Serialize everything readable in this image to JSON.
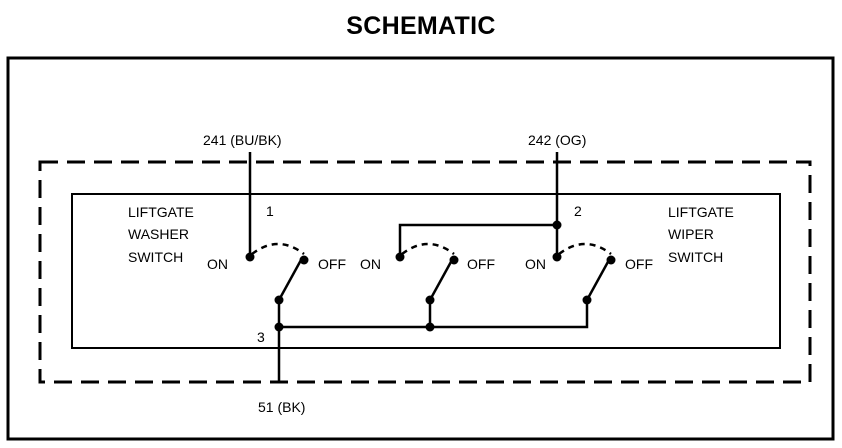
{
  "title": "SCHEMATIC",
  "wires": {
    "w241": "241 (BU/BK)",
    "w242": "242 (OG)",
    "w51": "51 (BK)"
  },
  "terminals": {
    "t1": "1",
    "t2": "2",
    "t3": "3"
  },
  "washer_switch": {
    "line1": "LIFTGATE",
    "line2": "WASHER",
    "line3": "SWITCH"
  },
  "wiper_switch": {
    "line1": "LIFTGATE",
    "line2": "WIPER",
    "line3": "SWITCH"
  },
  "contacts": {
    "on1": "ON",
    "off1": "OFF",
    "on2": "ON",
    "off2": "OFF",
    "on3": "ON",
    "off3": "OFF"
  },
  "colors": {
    "ink": "#000000",
    "paper": "#ffffff"
  }
}
